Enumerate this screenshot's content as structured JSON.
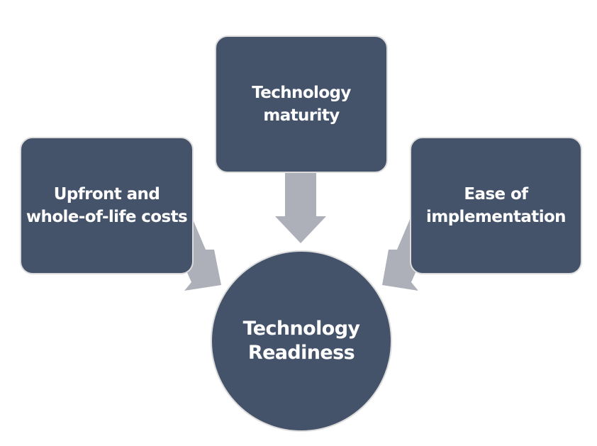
{
  "diagram": {
    "center": {
      "label": "Technology\nReadiness"
    },
    "inputs": [
      {
        "label": "Technology\nmaturity",
        "position": "top"
      },
      {
        "label": "Upfront and\nwhole-of-life costs",
        "position": "left"
      },
      {
        "label": "Ease of\nimplementation",
        "position": "right"
      }
    ],
    "colors": {
      "node_fill": "#44526a",
      "node_border": "#dcdcdc",
      "arrow": "#adb0b8",
      "text": "#ffffff"
    }
  }
}
